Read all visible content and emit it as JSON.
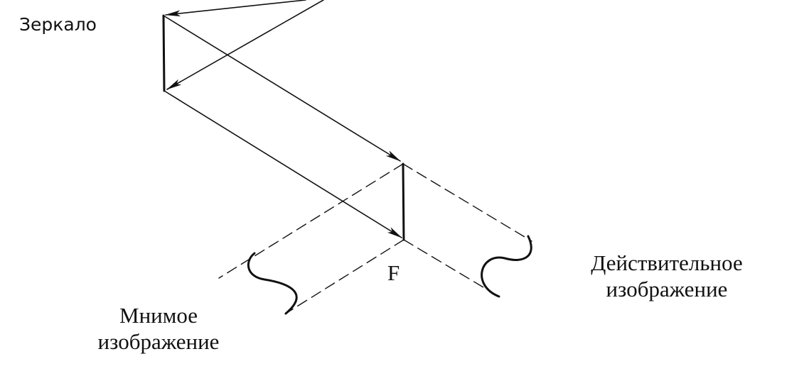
{
  "labels": {
    "mirror": "Зеркало",
    "focus": "F",
    "real_image_line1": "Действительное",
    "real_image_line2": "изображение",
    "virtual_image_line1": "Мнимое",
    "virtual_image_line2": "изображение"
  },
  "colors": {
    "ink": "#111111",
    "background": "#ffffff"
  }
}
